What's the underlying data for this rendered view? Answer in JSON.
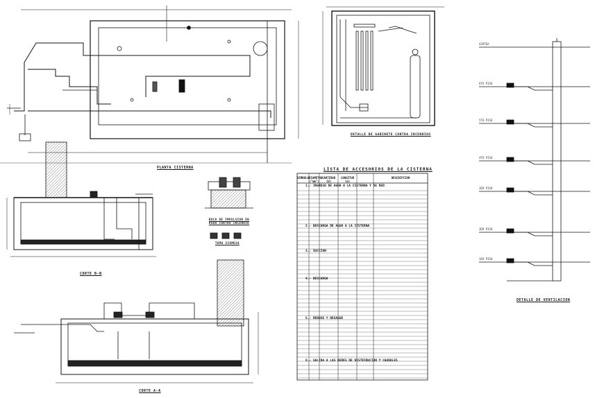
{
  "sheet": {
    "titles": {
      "planta": "PLANTA CISTERNA",
      "corte_bb": "CORTE B-B",
      "corte_aa": "CORTE A-A",
      "gabinete": "DETALLE DE GABINETE CONTRA INCENDIOS",
      "ventilacion": "DETALLE DE VENTILACION",
      "boca": "BOCA DE IMPULSION EN AGUA CONTRA INCENDIO",
      "toma": "TOMA SIAMESA"
    },
    "table": {
      "title": "LISTA DE ACCESORIOS DE LA CISTERNA",
      "headers": [
        "SIMBOLO",
        "DIAMETRO (\"mm\")",
        "CANTIDAD (U)",
        "LONGITUD (m)",
        "DESCRIPCION"
      ],
      "sections": [
        "1.- INGRESO DE AGUA A LA CISTERNA Y DE RED",
        "2.- DESCARGA DE AGUA A LA CISTERNA",
        "3.- SUCCION",
        "4.- DESCARGA",
        "5.- REBOSE Y DESAGUE",
        "6.- SALIDA A LAS REDES DE DISTRIBUCION Y CAUDALES"
      ]
    },
    "riser_levels": [
      "AZOTEA",
      "6TO PISO",
      "5TO PISO",
      "4TO PISO",
      "3ER PISO",
      "2DO PISO",
      "1ER PISO"
    ],
    "icons": [
      "fire-cabinet-icon",
      "extinguisher-icon",
      "hose-reel-icon",
      "valve-icon",
      "pump-icon",
      "siamese-connection-icon"
    ]
  }
}
